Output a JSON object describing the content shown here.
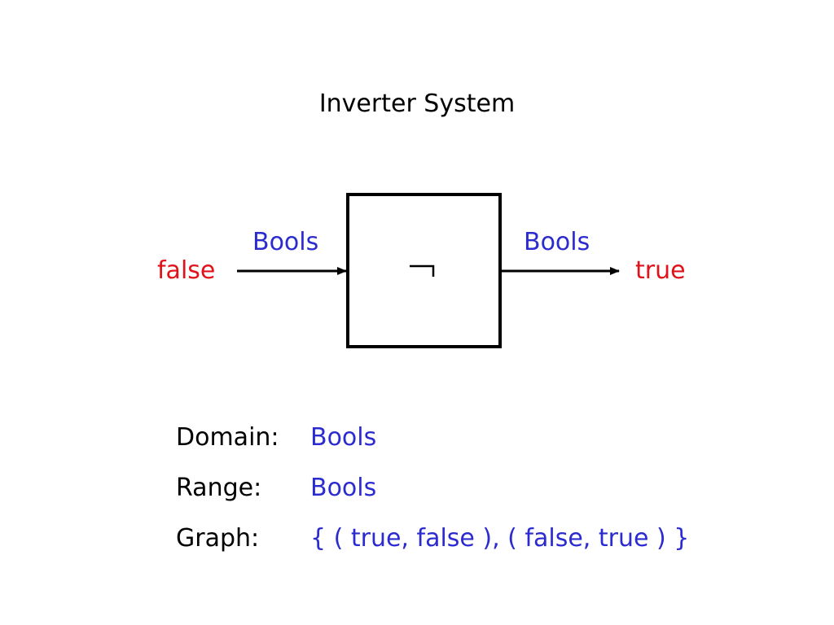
{
  "title": "Inverter System",
  "diagram": {
    "block_symbol": "¬",
    "input_type": "Bools",
    "output_type": "Bools",
    "input_value": "false",
    "output_value": "true"
  },
  "properties": {
    "domain_label": "Domain:",
    "domain_value": "Bools",
    "range_label": "Range:",
    "range_value": "Bools",
    "graph_label": "Graph:",
    "graph_value": "{ ( true, false ), ( false, true ) }"
  },
  "colors": {
    "type_text": "#2b2bd0",
    "value_text": "#e0121a",
    "line": "#000000"
  }
}
